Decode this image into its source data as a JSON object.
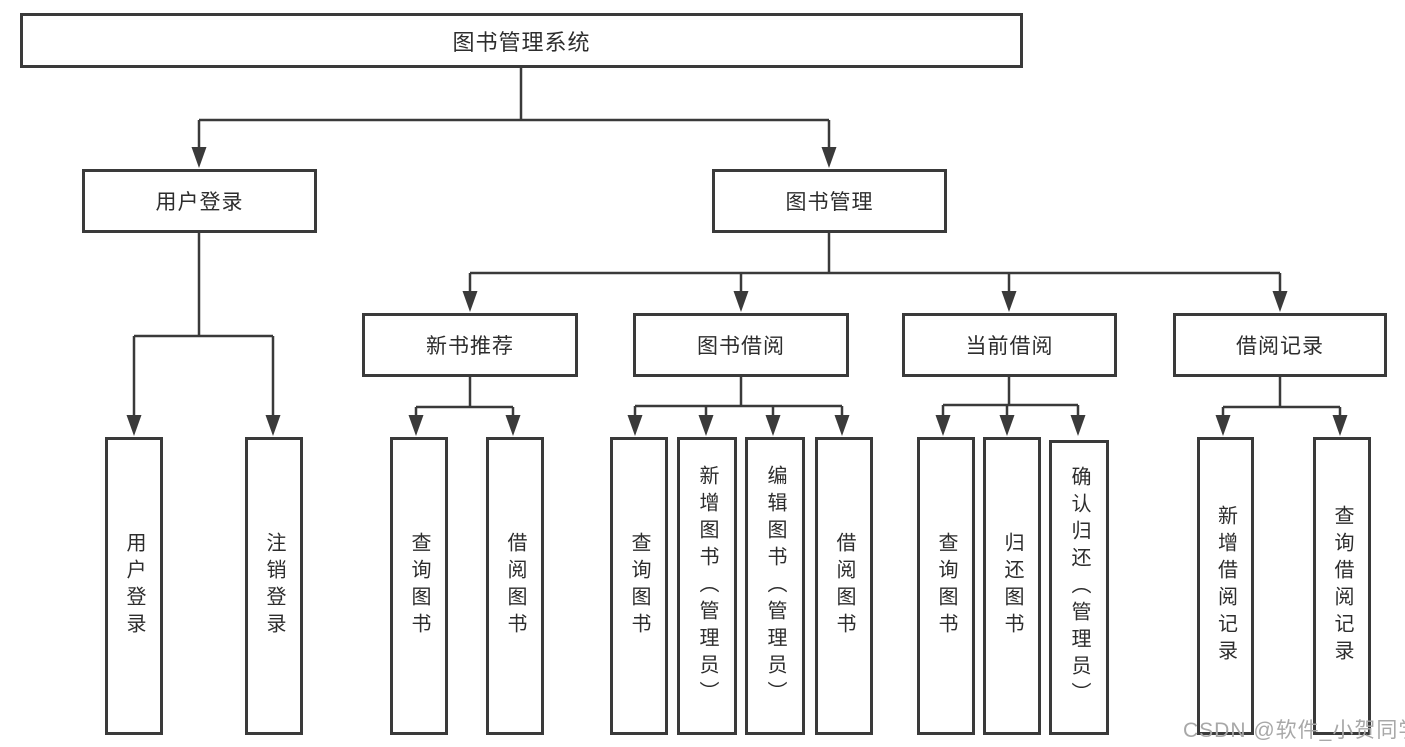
{
  "nodes": {
    "root": {
      "label": "图书管理系统"
    },
    "level2": [
      {
        "label": "用户登录"
      },
      {
        "label": "图书管理"
      }
    ],
    "level3": [
      {
        "label": "新书推荐"
      },
      {
        "label": "图书借阅"
      },
      {
        "label": "当前借阅"
      },
      {
        "label": "借阅记录"
      }
    ],
    "leaves": {
      "user_login": [
        {
          "label": "用户登录"
        },
        {
          "label": "注销登录"
        }
      ],
      "new_book_recommend": [
        {
          "label": "查询图书"
        },
        {
          "label": "借阅图书"
        }
      ],
      "book_borrow": [
        {
          "label": "查询图书"
        },
        {
          "label": "新增图书（管理员）"
        },
        {
          "label": "编辑图书（管理员）"
        },
        {
          "label": "借阅图书"
        }
      ],
      "current_borrow": [
        {
          "label": "查询图书"
        },
        {
          "label": "归还图书"
        },
        {
          "label": "确认归还（管理员）"
        }
      ],
      "borrow_records": [
        {
          "label": "新增借阅记录"
        },
        {
          "label": "查询借阅记录"
        }
      ]
    }
  },
  "watermark": {
    "text": "CSDN @软件_小贺同学"
  },
  "colors": {
    "line": "#3a3a3a",
    "box_border": "#3a3a3a",
    "text": "#2d2d2d",
    "watermark": "#a8a8a8",
    "background": "#ffffff"
  }
}
